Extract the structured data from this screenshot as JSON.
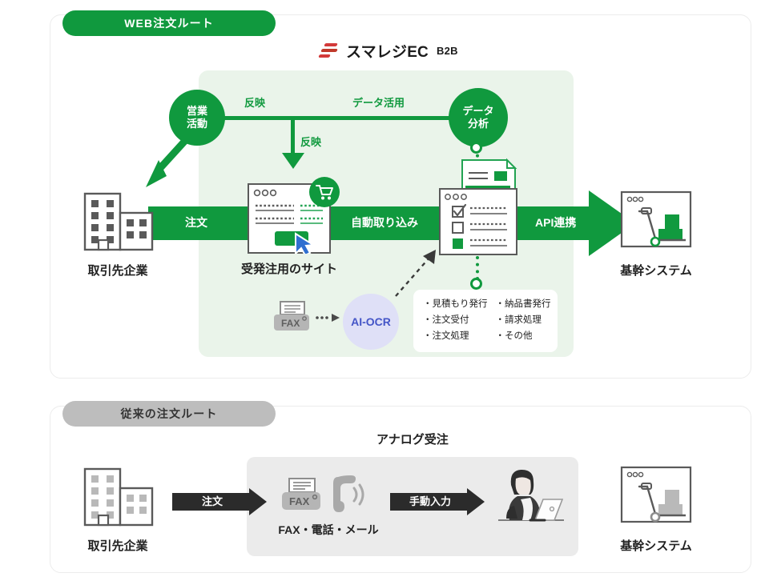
{
  "brand": {
    "logo_mark": "smaregi-slash-icon",
    "name": "スマレジEC",
    "suffix": "B2B",
    "green": "#10993e",
    "pale_green": "#eaf4ea",
    "dark": "#2b2b2b",
    "gray_pill": "#bdbdbd",
    "ocr_bg": "#dfe0f7",
    "ocr_text": "#4455c7"
  },
  "sections": {
    "web": {
      "pill_label": "WEB注文ルート",
      "flow": {
        "order_label": "注文",
        "auto_import_label": "自動取り込み",
        "api_label": "API連携"
      },
      "circles": {
        "sales": {
          "line1": "営業",
          "line2": "活動"
        },
        "analysis": {
          "line1": "データ",
          "line2": "分析"
        }
      },
      "connector_labels": {
        "reflect_1": "反映",
        "data_use": "データ活用",
        "reflect_2": "反映"
      },
      "endpoints": {
        "client": "取引先企業",
        "site": "受発注用のサイト",
        "core_system": "基幹システム"
      },
      "ocr": {
        "fax_label": "FAX",
        "ocr_label": "AI-OCR"
      },
      "features": {
        "left": [
          "見積もり発行",
          "注文受付",
          "注文処理"
        ],
        "right": [
          "納品書発行",
          "請求処理",
          "その他"
        ]
      }
    },
    "legacy": {
      "pill_label": "従来の注文ルート",
      "analog_title": "アナログ受注",
      "order_label": "注文",
      "manual_label": "手動入力",
      "channels_label": "FAX・電話・メール",
      "fax_label": "FAX",
      "endpoints": {
        "client": "取引先企業",
        "core_system": "基幹システム"
      }
    }
  }
}
